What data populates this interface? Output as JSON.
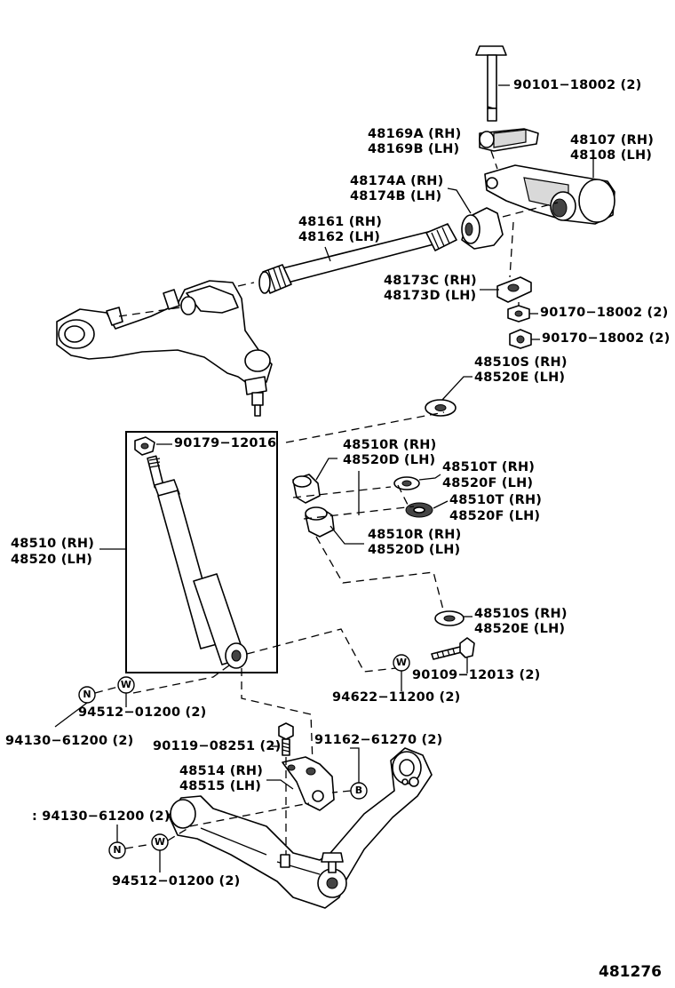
{
  "figure_number": "481276",
  "part_labels": {
    "bolt_90101_18002": "90101−18002 (2)",
    "clamp_48169a": "48169A (RH)",
    "clamp_48169b": "48169B (LH)",
    "arm_48107": "48107 (RH)",
    "arm_48108": "48108 (LH)",
    "bushing_48174a": "48174A (RH)",
    "bushing_48174b": "48174B (LH)",
    "stabilizer_48161": "48161 (RH)",
    "stabilizer_48162": "48162 (LH)",
    "spacer_48173c": "48173C (RH)",
    "spacer_48173d": "48173D (LH)",
    "nut_90170_a": "90170−18002 (2)",
    "nut_90170_b": "90170−18002 (2)",
    "retainer_top_48510s": "48510S (RH)",
    "retainer_top_48520e": "48520E (LH)",
    "nut_90179": "90179−12016",
    "cushion_upper_48510r": "48510R (RH)",
    "cushion_upper_48520d": "48520D (LH)",
    "washer_upper_48510t": "48510T (RH)",
    "washer_upper_48520f": "48520F (LH)",
    "washer_lower_48510t": "48510T (RH)",
    "washer_lower_48520f": "48520F (LH)",
    "absorber_48510": "48510 (RH)",
    "absorber_48520": "48520 (LH)",
    "cushion_lower_48510r": "48510R (RH)",
    "cushion_lower_48520d": "48520D (LH)",
    "retainer_bottom_48510s": "48510S (RH)",
    "retainer_bottom_48520e": "48520E (LH)",
    "bolt_90109": "90109−12013 (2)",
    "washer_94622": "94622−11200 (2)",
    "washer_94512_a": "94512−01200 (2)",
    "nut_94130_a": "94130−61200 (2)",
    "bolt_90119": "90119−08251 (2)",
    "bolt_91162": "91162−61270 (2)",
    "bracket_48514": "48514 (RH)",
    "bracket_48515": "48515 (LH)",
    "nut_94130_b": ": 94130−61200 (2)",
    "washer_94512_b": "94512−01200 (2)"
  },
  "callout_letters": {
    "n": "N",
    "w": "W",
    "b": "B"
  }
}
